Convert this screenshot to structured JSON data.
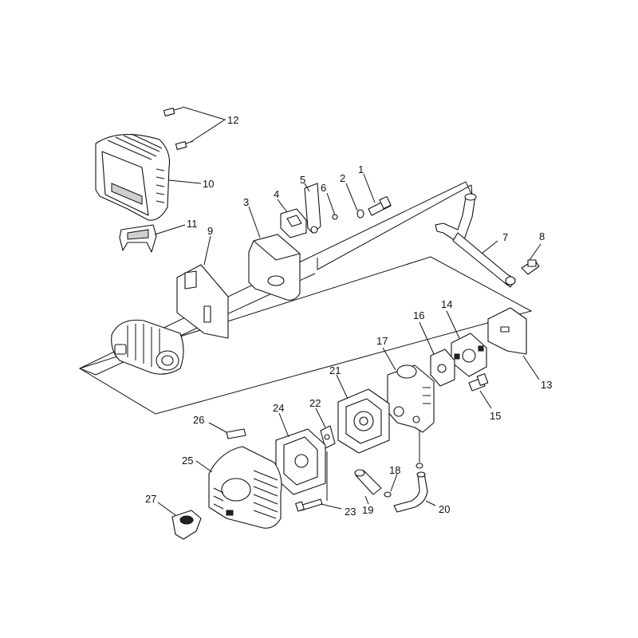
{
  "callouts": {
    "c1": "1",
    "c2": "2",
    "c3": "3",
    "c4": "4",
    "c5": "5",
    "c6": "6",
    "c7": "7",
    "c8": "8",
    "c9": "9",
    "c10": "10",
    "c11": "11",
    "c12": "12",
    "c13": "13",
    "c14": "14",
    "c15": "15",
    "c16": "16",
    "c17": "17",
    "c18": "18",
    "c19": "19",
    "c20": "20",
    "c21": "21",
    "c22": "22",
    "c23": "23",
    "c24": "24",
    "c25": "25",
    "c26": "26",
    "c27": "27"
  },
  "colors": {
    "ink": "#111111",
    "background": "#ffffff",
    "shade": "#cfcfcf"
  }
}
